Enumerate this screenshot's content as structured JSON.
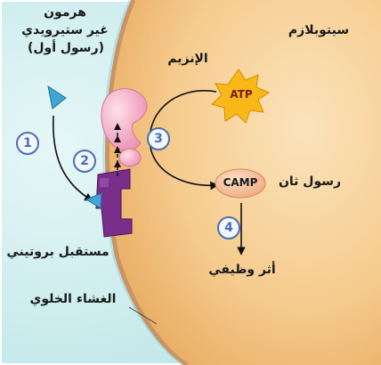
{
  "labels": {
    "hormone": [
      "هرمون",
      "غير ستيرويدي",
      "(رسول أول)"
    ],
    "cytoplasm": "سيتوبلازم",
    "enzyme": "الإنزيم",
    "atp": "ATP",
    "camp": "CAMP",
    "second_messenger": "رسول ثان",
    "functional_effect": "أثر وظيفي",
    "protein_receptor": "مستقبل بروتيني",
    "cell_membrane": "الغشاء الخلوي"
  },
  "steps": [
    "1",
    "2",
    "3",
    "4"
  ],
  "colors": {
    "extracellular": "#c9ecee",
    "cytoplasm": "#f5c98e",
    "membrane": "#b07a52",
    "enzyme": "#f2a7c0",
    "receptor": "#7a2e8c",
    "hormone": "#3fa6d6",
    "atp_star": "#f7b818",
    "camp": "#f3b88a",
    "step_circle": "#4a6fb3"
  }
}
